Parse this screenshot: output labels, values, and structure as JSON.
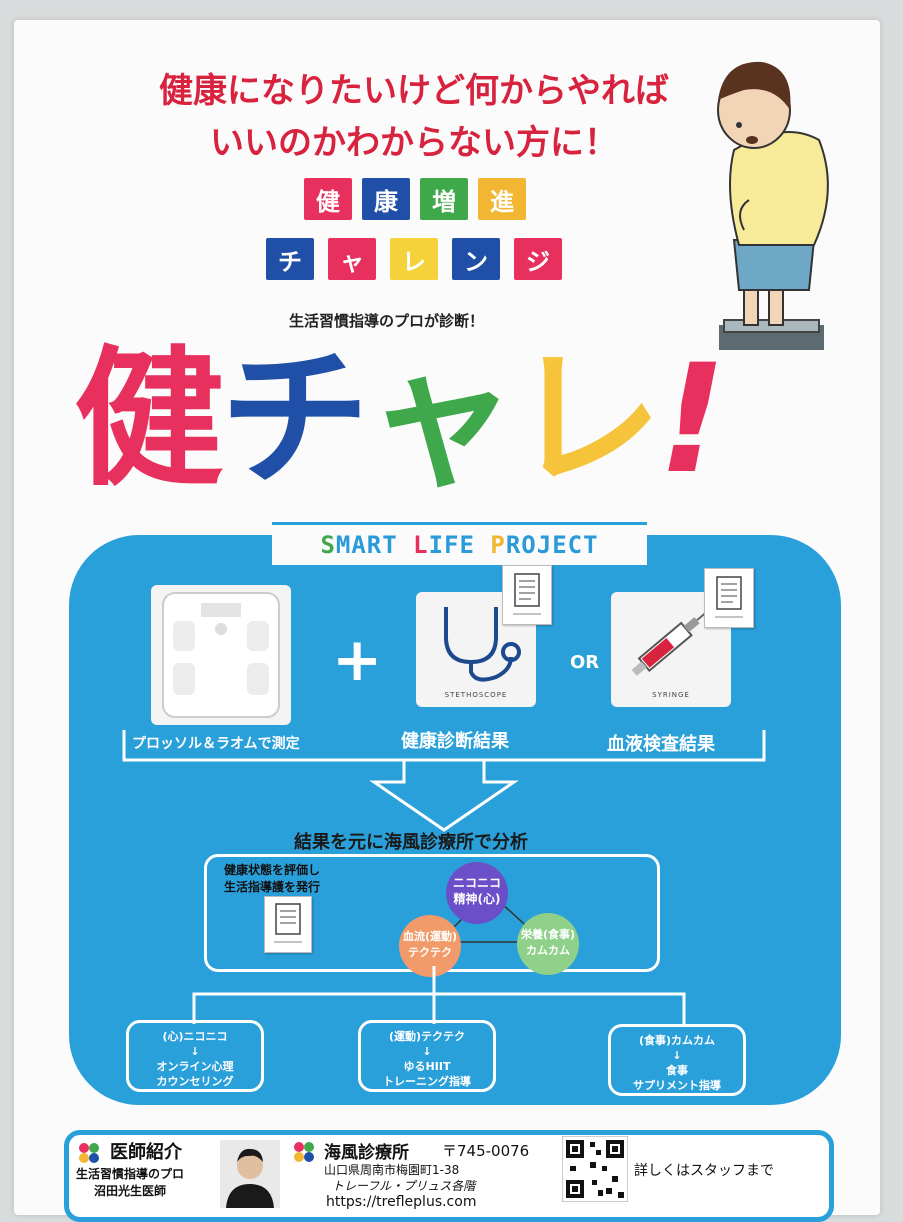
{
  "headline": {
    "line1": "健康になりたいけど何からやれば",
    "line2": "いいのかわからない方に！"
  },
  "title_tiles": {
    "row1": [
      {
        "char": "健",
        "color": "#e8305e"
      },
      {
        "char": "康",
        "color": "#1f4fa7"
      },
      {
        "char": "増",
        "color": "#3fa84a"
      },
      {
        "char": "進",
        "color": "#f3b632"
      }
    ],
    "row2": [
      {
        "char": "チ",
        "color": "#1f4fa7"
      },
      {
        "char": "ャ",
        "color": "#e8305e"
      },
      {
        "char": "レ",
        "color": "#f5d23a"
      },
      {
        "char": "ン",
        "color": "#1f4fa7"
      },
      {
        "char": "ジ",
        "color": "#e8305e"
      }
    ]
  },
  "pro_line": "生活習慣指導のプロが診断！",
  "big_logo": [
    {
      "char": "健",
      "color": "#e8305e"
    },
    {
      "char": "チ",
      "color": "#1f4fa7"
    },
    {
      "char": "ャ",
      "color": "#3fa84a"
    },
    {
      "char": "レ",
      "color": "#f5c43a"
    },
    {
      "char": "!",
      "color": "#e8305e"
    }
  ],
  "project": {
    "title_parts": [
      {
        "text": "S",
        "color": "#3fa84a"
      },
      {
        "text": "MART ",
        "color": "#2a9bd8"
      },
      {
        "text": "L",
        "color": "#e8305e"
      },
      {
        "text": "IFE ",
        "color": "#2a9bd8"
      },
      {
        "text": "P",
        "color": "#f3b632"
      },
      {
        "text": "ROJECT",
        "color": "#2a9bd8"
      }
    ]
  },
  "inputs": {
    "scale_label": "プロッソル＆ラオムで測定",
    "plus": "+",
    "stethoscope_caption": "STETHOSCOPE",
    "health_label": "健康診断結果",
    "or": "OR",
    "syringe_caption": "SYRINGE",
    "blood_label": "血液検査結果"
  },
  "analysis": {
    "title": "結果を元に海風診療所で分析",
    "eval_line1": "健康状態を評価し",
    "eval_line2": "生活指導護を発行",
    "circle_mind_1": "ニコニコ",
    "circle_mind_2": "精神(心)",
    "circle_blood_1": "血流(運動)",
    "circle_blood_2": "テクテク",
    "circle_nutri_1": "栄養(食事)",
    "circle_nutri_2": "カムカム"
  },
  "outcomes": [
    {
      "top": "(心)ニコニコ",
      "arrow": "↓",
      "line1": "オンライン心理",
      "line2": "カウンセリング"
    },
    {
      "top": "(運動)テクテク",
      "arrow": "↓",
      "line1": "ゆるHIIT",
      "line2": "トレーニング指導"
    },
    {
      "top": "(食事)カムカム",
      "arrow": "↓",
      "line1": "食事",
      "line2": "サプリメント指導"
    }
  ],
  "footer": {
    "doctor_heading": "医師紹介",
    "doctor_line1": "生活習慣指導のプロ",
    "doctor_line2": "沼田光生医師",
    "clinic_name": "海風診療所",
    "postal": "〒745-0076",
    "address1": "山口県周南市梅園町1-38",
    "address2": "トレーフル・プリュス各階",
    "url": "https://trefleplus.com",
    "staff_note": "詳しくはスタッフまで"
  },
  "colors": {
    "panel_blue": "#2aa0db",
    "headline_red": "#d8233f"
  }
}
